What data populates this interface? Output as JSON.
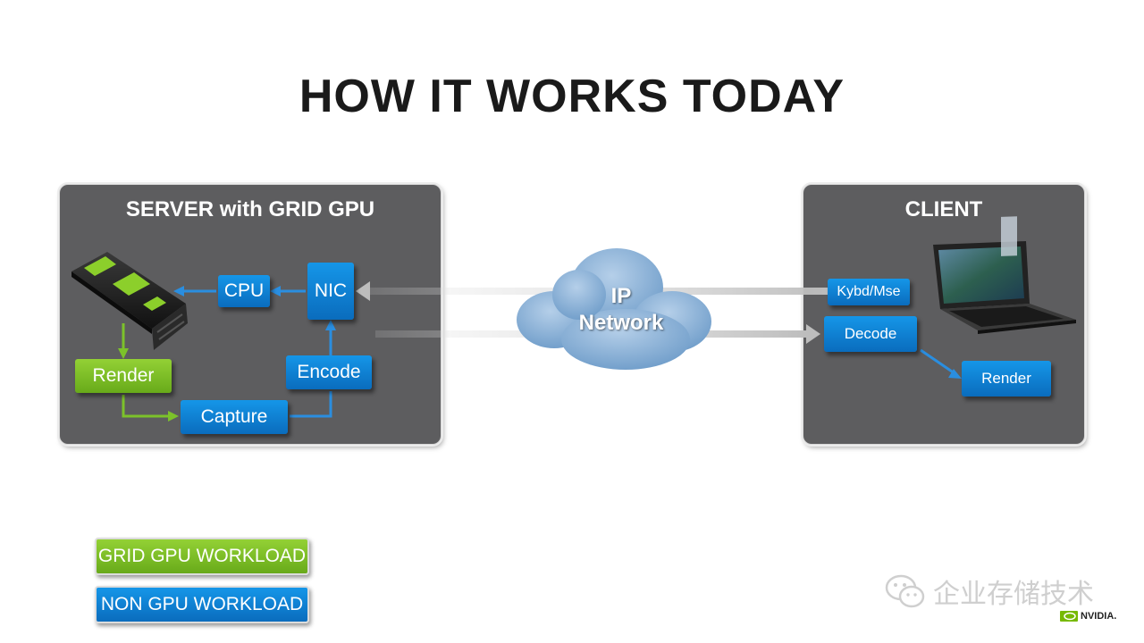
{
  "title": "HOW IT WORKS TODAY",
  "server": {
    "title": "SERVER with GRID GPU",
    "cpu": "CPU",
    "nic": "NIC",
    "render": "Render",
    "encode": "Encode",
    "capture": "Capture"
  },
  "network": {
    "line1": "IP",
    "line2": "Network"
  },
  "client": {
    "title": "CLIENT",
    "input": "Kybd/Mse",
    "decode": "Decode",
    "render": "Render"
  },
  "legend": {
    "gpu": "GRID GPU WORKLOAD",
    "non_gpu": "NON GPU WORKLOAD"
  },
  "watermark": "企业存储技术",
  "brand": "NVIDIA.",
  "colors": {
    "panel": "#5d5d5f",
    "blue": "#0a7ccf",
    "green": "#76b900",
    "connector_blue": "#2a8ee0",
    "connector_green": "#7cc22a",
    "cloud": "#8db3d9"
  },
  "icons": [
    "gpu-card-icon",
    "laptop-icon",
    "cloud-icon",
    "wechat-icon",
    "nvidia-eye-icon"
  ]
}
